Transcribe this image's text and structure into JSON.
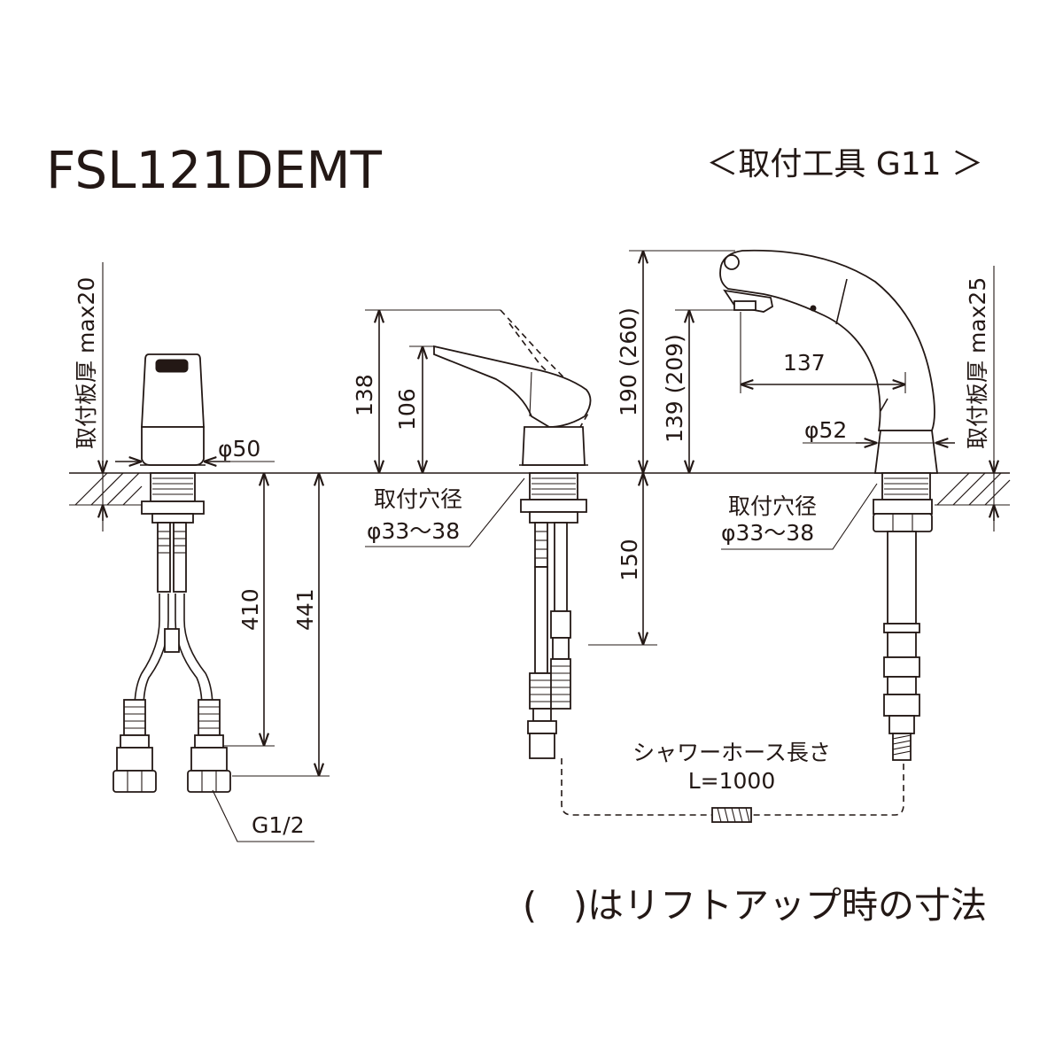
{
  "title": "FSL121DEMT",
  "tool": "＜取付工具 G11 ＞",
  "footnote": "(　)はリフトアップ時の寸法",
  "left_view": {
    "thickness": "取付板厚 max20",
    "dia": "φ50",
    "len_short": "410",
    "len_long": "441",
    "thread": "G1/2"
  },
  "center_view": {
    "height_max": "138",
    "height_spout": "106",
    "hole_label": "取付穴径",
    "hole_size": "φ33～38",
    "below": "150"
  },
  "right_view": {
    "height_total": "190 (260)",
    "height_outlet": "139 (209)",
    "reach": "137",
    "dia": "φ52",
    "thickness": "取付板厚 max25",
    "hole_label": "取付穴径",
    "hole_size": "φ33～38",
    "hose_label": "シャワーホース長さ",
    "hose_length": "L=1000"
  },
  "colors": {
    "ink": "#231815",
    "background": "#ffffff"
  }
}
